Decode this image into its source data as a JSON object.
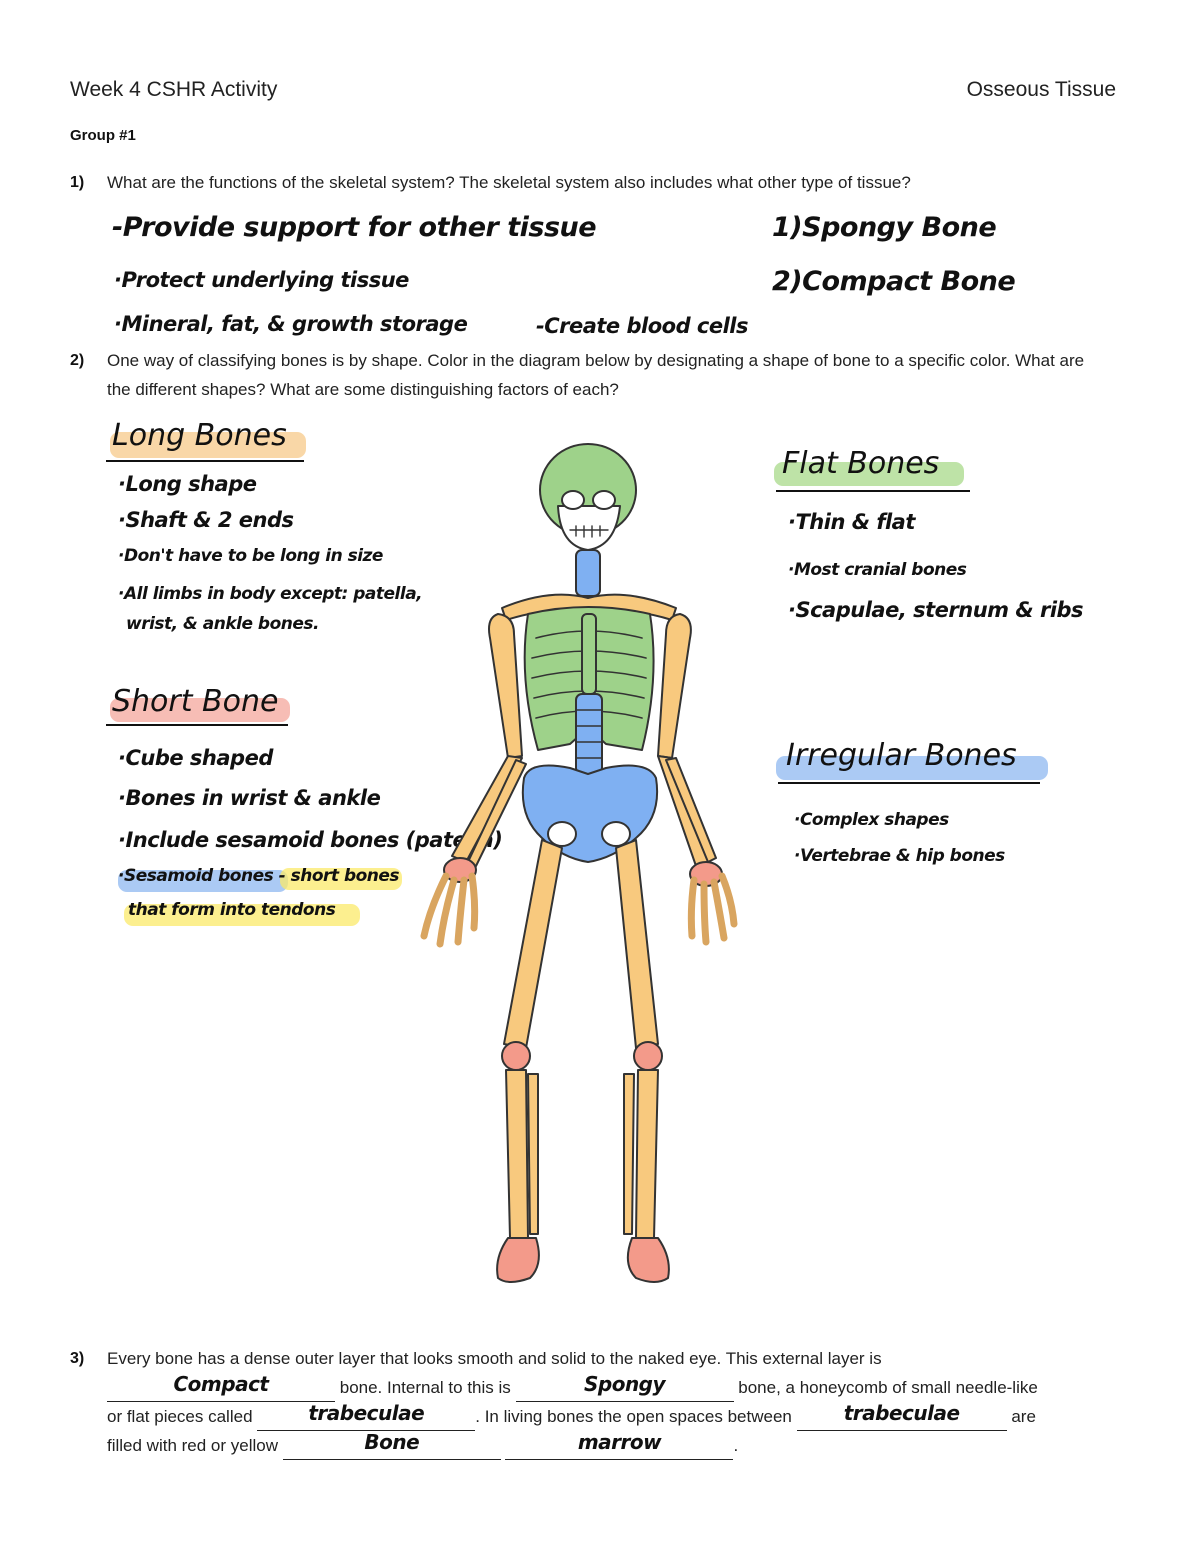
{
  "header": {
    "left": "Week 4 CSHR Activity",
    "right": "Osseous Tissue"
  },
  "group": "Group #1",
  "q1": {
    "num": "1)",
    "text": "What are the functions of the skeletal system? The skeletal system also includes what other type of tissue?",
    "answers": [
      "-Provide support for other tissue",
      "·Protect underlying tissue",
      "·Mineral, fat, & growth storage",
      "-Create blood cells"
    ],
    "tissues": [
      "1)Spongy Bone",
      "2)Compact Bone"
    ]
  },
  "q2": {
    "num": "2)",
    "text": "One way of classifying bones is by shape. Color in the diagram below by designating a shape of bone to a specific color. What are the different shapes? What are some distinguishing factors of each?",
    "long": {
      "title": "Long Bones",
      "color": "#f5c98a",
      "notes": [
        "·Long shape",
        "·Shaft & 2 ends",
        "·Don't have to be long in size",
        "·All limbs in body except: patella,",
        "wrist, & ankle bones."
      ]
    },
    "short": {
      "title": "Short Bone",
      "color": "#f2a39a",
      "notes": [
        "·Cube shaped",
        "·Bones in wrist & ankle",
        "·Include sesamoid bones (patella)",
        "·Sesamoid bones - short bones",
        "that form into tendons"
      ]
    },
    "flat": {
      "title": "Flat Bones",
      "color": "#a8d98a",
      "notes": [
        "·Thin & flat",
        "·Most cranial bones",
        "·Scapulae, sternum & ribs"
      ]
    },
    "irregular": {
      "title": "Irregular Bones",
      "color": "#8fb8f0",
      "notes": [
        "·Complex shapes",
        "·Vertebrae & hip bones"
      ]
    },
    "sesamoid_highlight": "#fbe96a"
  },
  "q3": {
    "num": "3)",
    "line1": "Every bone has a dense outer layer that looks smooth and solid to the naked eye. This external layer is",
    "t_bone_internal": "bone. Internal to this is",
    "t_honeycomb": "bone, a honeycomb of small needle-like",
    "t_or_flat": "or flat pieces called",
    "t_living": ". In living bones the open spaces between",
    "t_are": "are",
    "t_filled": "filled with red or yellow",
    "t_period": ".",
    "answers": [
      "Compact",
      "Spongy",
      "trabeculae",
      "trabeculae",
      "Bone",
      "marrow"
    ]
  },
  "skeleton_colors": {
    "long": "#f8c97e",
    "flat": "#9ed28a",
    "irregular": "#7fb0f2",
    "short": "#f39a8a",
    "outline": "#333333"
  }
}
